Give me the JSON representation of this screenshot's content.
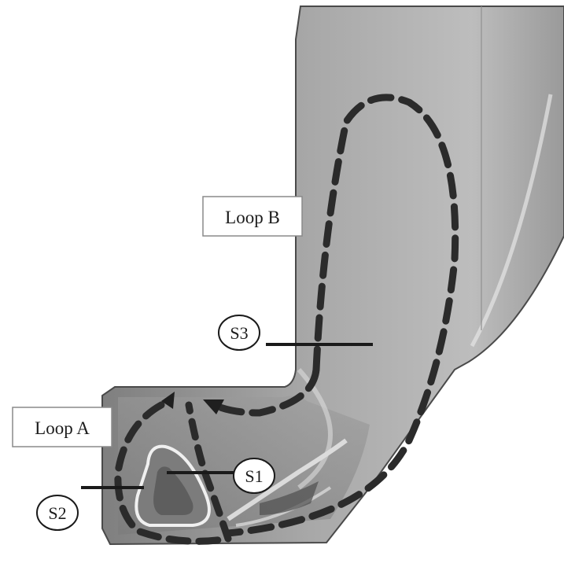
{
  "labels": {
    "loop_a": "Loop A",
    "loop_b": "Loop B",
    "s1": "S1",
    "s2": "S2",
    "s3": "S3"
  },
  "colors": {
    "background": "#ffffff",
    "domain_fill": "#a9a9a9",
    "domain_edge": "#4a4a4a",
    "loop_dashes": "#2b2b2b",
    "section_lines": "#1a1a1a"
  }
}
